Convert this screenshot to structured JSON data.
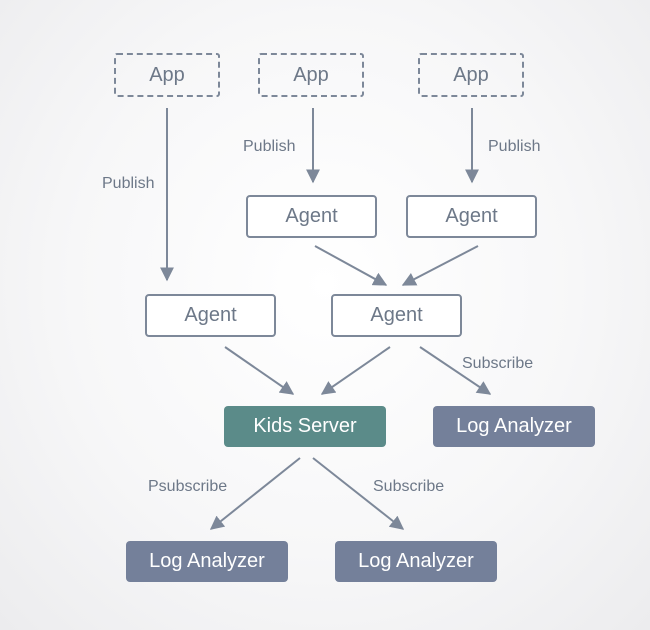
{
  "nodes": {
    "app_1": "App",
    "app_2": "App",
    "app_3": "App",
    "agent_upper_left": "Agent",
    "agent_upper_right": "Agent",
    "agent_lower_left": "Agent",
    "agent_lower_right": "Agent",
    "kids_server": "Kids Server",
    "log_analyzer_right": "Log Analyzer",
    "log_analyzer_bottom_left": "Log Analyzer",
    "log_analyzer_bottom_right": "Log Analyzer"
  },
  "edge_labels": {
    "publish_left": "Publish",
    "publish_middle": "Publish",
    "publish_right": "Publish",
    "subscribe_right": "Subscribe",
    "psubscribe_bottom": "Psubscribe",
    "subscribe_bottom": "Subscribe"
  },
  "colors": {
    "edge": "#7d8899",
    "server": "#5b8b89",
    "analyzer": "#74809a"
  }
}
